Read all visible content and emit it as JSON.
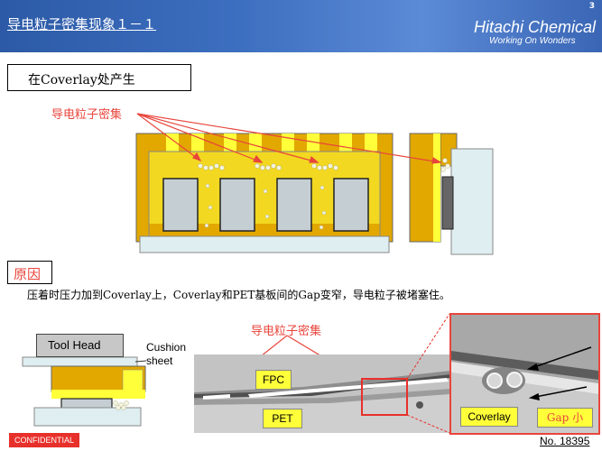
{
  "header": {
    "title": "导电粒子密集现象１－１",
    "page_number": "3",
    "logo": "Hitachi Chemical",
    "tagline": "Working On Wonders"
  },
  "section1": {
    "heading": "在Coverlay处产生",
    "particle_label": "导电粒子密集"
  },
  "section2": {
    "heading": "原因",
    "description": "压着时压力加到Coverlay上，Coverlay和PET基板间的Gap变窄，导电粒子被堵塞住。"
  },
  "section3": {
    "particle_label": "导电粒子密集",
    "tool_head": "Tool Head",
    "cushion_line1": "Cushion",
    "cushion_line2": "sheet",
    "fpc": "FPC",
    "pet": "PET",
    "coverlay": "Coverlay",
    "gap": "Gap 小"
  },
  "footer": {
    "confidential": "CONFIDENTIAL",
    "doc_number": "No. 18395"
  },
  "colors": {
    "header_blue": "#3d6fc0",
    "accent_red": "#e8453c",
    "coverlay_orange": "#e2a800",
    "adhesive_yellow": "#ffff3a",
    "substrate_blue": "#dfeef0",
    "electrode_gray": "#c5cfd3"
  }
}
